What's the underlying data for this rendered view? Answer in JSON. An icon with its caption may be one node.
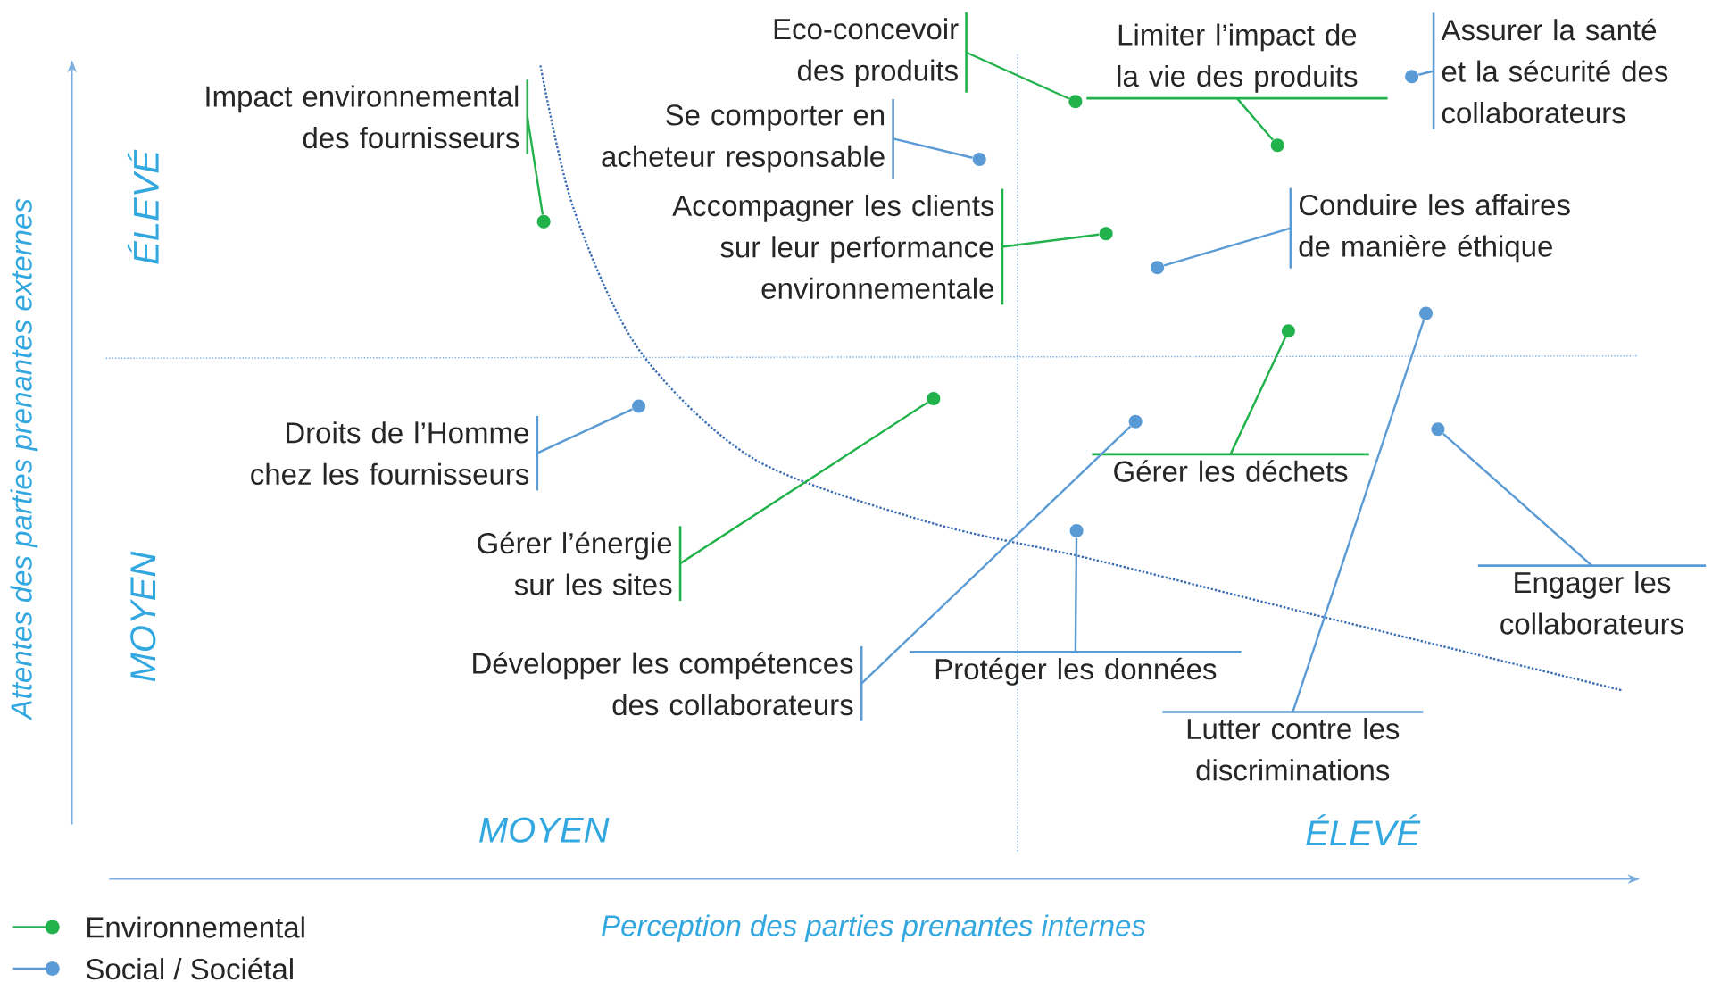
{
  "diagram": {
    "nodes": [
      {
        "text": [
          "Impact environnemental des fournisseurs"
        ]
      },
      {
        "text": [
          "Eco-concevoir des produits"
        ]
      },
      {
        "text": [
          "Limiter l’impact de la vie des produits"
        ]
      },
      {
        "text": [
          "Assurer la santé et la sécurité des collaborateurs"
        ]
      },
      {
        "text": [
          "Se comporter en acheteur responsable"
        ]
      },
      {
        "text": [
          "Accompagner les clients sur leur performance environnementale"
        ]
      },
      {
        "text": [
          "Conduire les affaires de manière éthique"
        ]
      },
      {
        "text": [
          "Droits de l’Homme chez les fournisseurs"
        ]
      },
      {
        "text": [
          "Gérer les déchets"
        ]
      },
      {
        "text": [
          "Gérer l’énergie sur les sites"
        ]
      },
      {
        "text": [
          "Développer les compétences des collaborateurs"
        ]
      },
      {
        "text": [
          "Protéger les données"
        ]
      },
      {
        "text": [
          "Lutter contre les discriminations"
        ]
      },
      {
        "text": [
          "Engager les collaborateurs"
        ]
      },
      {
        "text": [],
        "shape": "circle"
      },
      {
        "text": [],
        "shape": "circle"
      },
      {
        "text": [],
        "shape": "circle"
      },
      {
        "text": [],
        "shape": "circle"
      },
      {
        "text": [],
        "shape": "circle"
      },
      {
        "text": [],
        "shape": "circle"
      },
      {
        "text": [],
        "shape": "circle"
      },
      {
        "text": [],
        "shape": "circle"
      },
      {
        "text": [],
        "shape": "circle"
      },
      {
        "text": [],
        "shape": "circle"
      },
      {
        "text": [],
        "shape": "circle"
      },
      {
        "text": [],
        "shape": "circle"
      },
      {
        "text": [],
        "shape": "circle"
      },
      {
        "text": [],
        "shape": "circle"
      }
    ],
    "edges": [
      {
        "from": 0,
        "to": 14,
        "arrow": "none",
        "color": "#22b24c"
      },
      {
        "from": 1,
        "to": 15,
        "arrow": "none",
        "color": "#22b24c"
      },
      {
        "from": 2,
        "to": 16,
        "arrow": "none",
        "color": "#22b24c"
      },
      {
        "from": 3,
        "to": 17,
        "arrow": "none"
      },
      {
        "from": 4,
        "to": 18,
        "arrow": "none"
      },
      {
        "from": 5,
        "to": 19,
        "arrow": "none",
        "color": "#22b24c"
      },
      {
        "from": 6,
        "to": 20,
        "arrow": "none"
      },
      {
        "from": 7,
        "to": 21,
        "arrow": "none"
      },
      {
        "from": 8,
        "to": 22,
        "arrow": "none",
        "color": "#22b24c"
      },
      {
        "from": 9,
        "to": 23,
        "arrow": "none",
        "color": "#22b24c"
      },
      {
        "from": 10,
        "to": 24,
        "arrow": "none"
      },
      {
        "from": 11,
        "to": 25,
        "arrow": "none"
      },
      {
        "from": 12,
        "to": 26,
        "arrow": "none"
      },
      {
        "from": 13,
        "to": 27,
        "arrow": "none"
      }
    ],
    "labels": [
      "ÉLEVÉ",
      "MOYEN",
      "Attentes des parties prenantes externes",
      "MOYEN",
      "ÉLEVÉ",
      "Perception des parties prenantes internes"
    ],
    "legend": [
      {
        "text": "Environnemental",
        "color": "#22b24c"
      },
      {
        "text": "Social / Sociétal",
        "color": "#5b9bd5"
      }
    ]
  }
}
